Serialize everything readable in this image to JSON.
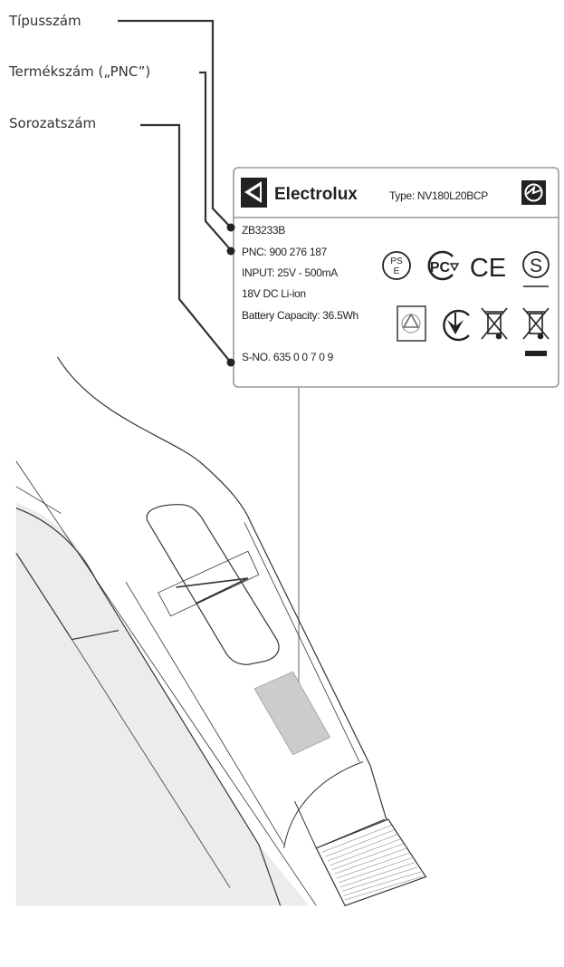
{
  "callouts": {
    "model": "Típusszám",
    "pnc": "Termékszám („PNC”)",
    "serial": "Sorozatszám"
  },
  "rating_label": {
    "brand": "Electrolux",
    "type": "Type: NV180L20BCP",
    "model_code": "ZB3233B",
    "pnc": "PNC: 900 276 187",
    "input": "INPUT: 25V - 500mA",
    "battery_type": "18V DC Li-ion",
    "battery_capacity": "Battery Capacity: 36.5Wh",
    "serial": "S-NO.  635 0 0 7 0 9",
    "icons": [
      "electrolux-logo-icon",
      "class-ii-icon",
      "pse-mark-icon",
      "pct-mark-icon",
      "ce-mark-icon",
      "s-mark-icon",
      "recycle-icon",
      "ukraine-conformity-icon",
      "weee-bin-icon",
      "weee-bin-bar-icon"
    ],
    "icon_text": {
      "pse_top": "PS",
      "pse_bottom": "E",
      "pct": "PC",
      "ce": "CE",
      "s": "S"
    }
  },
  "colors": {
    "leader": "#333333",
    "label_sticker": "#cccccc",
    "body_shade": "#e8e8e8"
  }
}
